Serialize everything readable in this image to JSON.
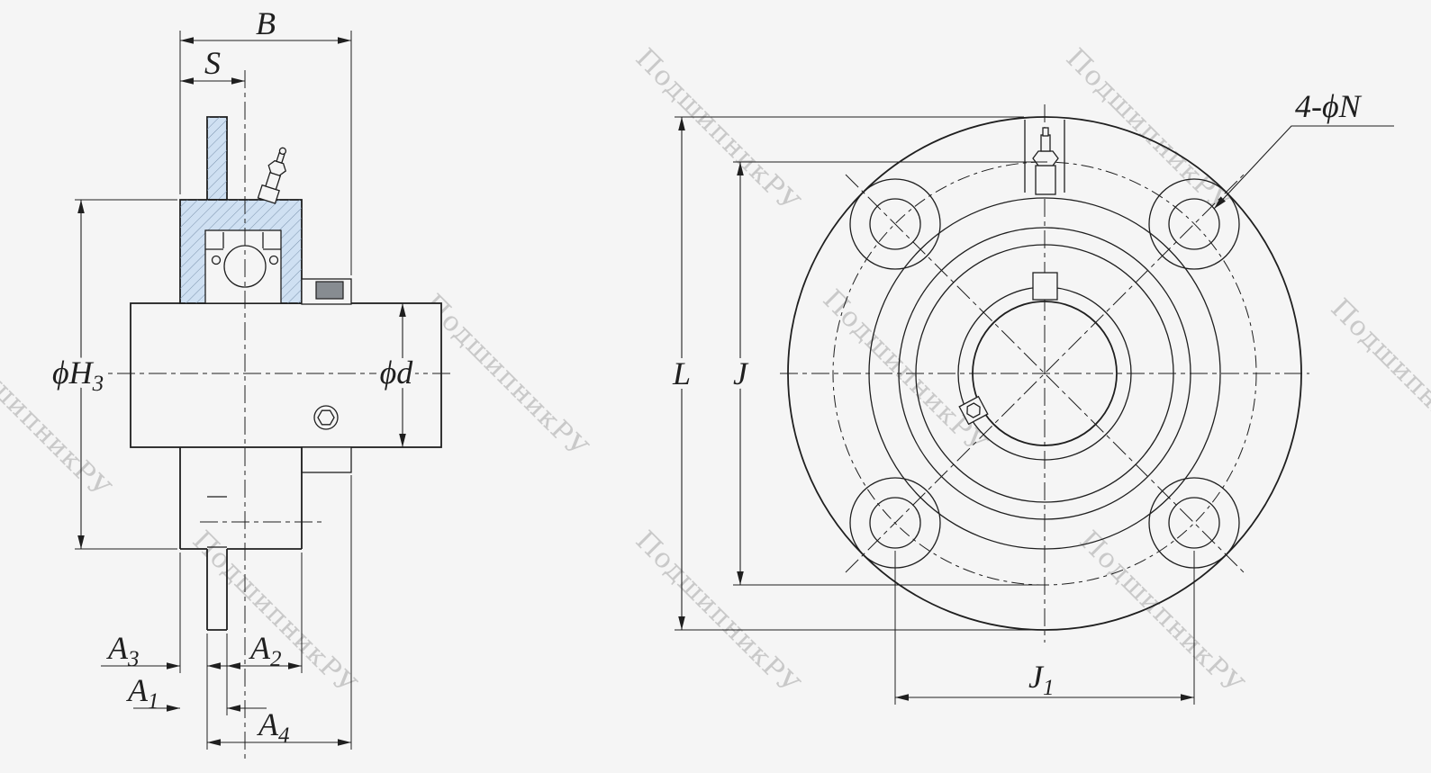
{
  "watermark": {
    "text": "ПодшипникРУ"
  },
  "labels": {
    "B": {
      "main": "B"
    },
    "S": {
      "main": "S"
    },
    "H3": {
      "main": "ϕH",
      "sub": "3"
    },
    "d": {
      "main": "ϕd"
    },
    "A3": {
      "main": "A",
      "sub": "3"
    },
    "A1": {
      "main": "A",
      "sub": "1"
    },
    "A2": {
      "main": "A",
      "sub": "2"
    },
    "A4": {
      "main": "A",
      "sub": "4"
    },
    "N": {
      "main": "4-ϕN"
    },
    "L": {
      "main": "L"
    },
    "J": {
      "main": "J"
    },
    "J1": {
      "main": "J",
      "sub": "1"
    }
  },
  "colors": {
    "background": "#f5f5f5",
    "line": "#1f1f1f",
    "section": "#cfe0f2",
    "watermark": "#c9c9c9"
  }
}
